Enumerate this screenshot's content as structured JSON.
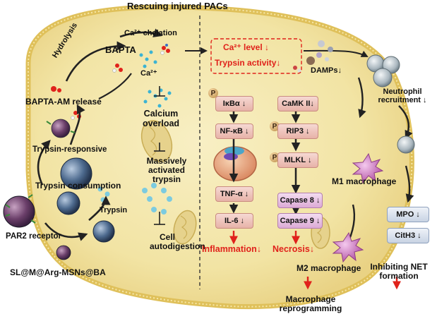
{
  "title": "Rescuing injured PACs",
  "left_panel": {
    "ca_chelation": "Ca²⁺ chelation",
    "bapta": "BAPTA",
    "hydrolysis": "Hydrolysis",
    "ca2": "Ca²⁺",
    "bapta_am_release": "BAPTA-AM release",
    "calcium_overload": "Calcium overload",
    "trypsin_responsive": "Trypsin-responsive",
    "massively_activated_trypsin": "Massively activated trypsin",
    "trypsin_consumption": "Trypsin consumption",
    "trypsin": "Trypsin",
    "par2_receptor": "PAR2 receptor",
    "cell_autodigestion": "Cell autodigestion",
    "nanoparticle_name": "SL@M@Arg-MSNs@BA"
  },
  "middle_panel": {
    "ca_level": "Ca²⁺ level ↓",
    "trypsin_activity": "Trypsin activity↓",
    "p_badge": "P",
    "left_column": [
      "IκBα ↓",
      "NF-κB ↓",
      "TNF-α ↓",
      "IL-6 ↓"
    ],
    "right_column": [
      "CaMK II↓",
      "RIP3 ↓",
      "MLKL ↓",
      "Capase 8 ↓",
      "Capase 9 ↓"
    ],
    "inflammation": "Inflammation↓",
    "necrosis": "Necrosis↓"
  },
  "right_panel": {
    "damps": "DAMPs↓",
    "neutrophil_recruitment": "Neutrophil recruitment ↓",
    "m1_macrophage": "M1 macrophage",
    "mpo": "MPO ↓",
    "cith3": "CitH3 ↓",
    "m2_macrophage": "M2 macrophage",
    "macrophage_reprogramming": "Macrophage reprogramming",
    "inhibiting_net_formation": "Inhibiting NET formation"
  },
  "colors": {
    "accent_red": "#e0221b",
    "cell_fill": "#f3e7ad",
    "membrane": "#e1c25b",
    "dashed_divider": "#333333"
  }
}
